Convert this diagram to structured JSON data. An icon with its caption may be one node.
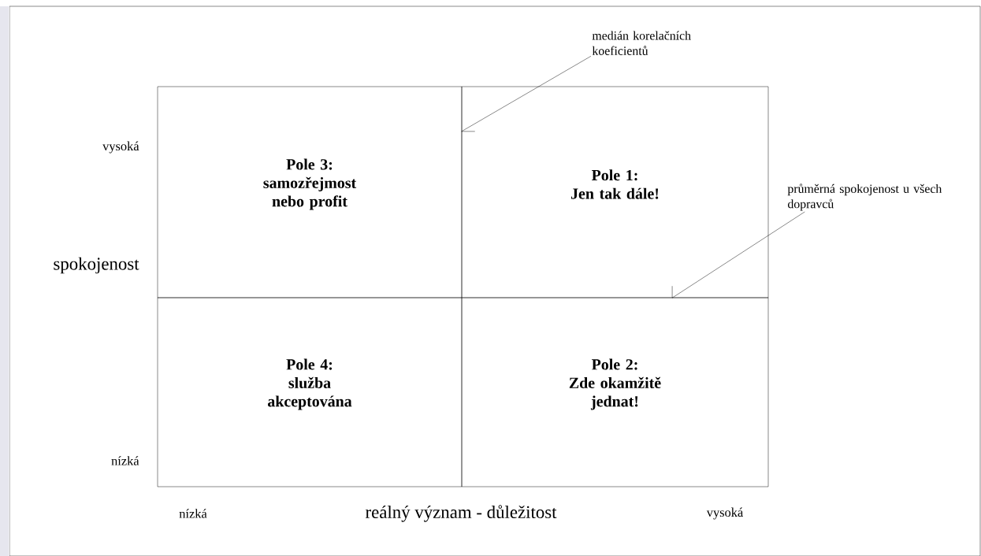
{
  "diagram": {
    "nodes": [
      {
        "text": [
          "Pole 3:",
          "samozřejmost nebo profit"
        ]
      },
      {
        "text": [
          "Pole 1:",
          "Jen tak dále!"
        ]
      },
      {
        "text": [
          "Pole 4:",
          "služba akceptována"
        ]
      },
      {
        "text": [
          "Pole 2:",
          "Zde okamžitě jednat!"
        ]
      },
      {
        "text": [
          "medián korelačních koeficientů"
        ]
      },
      {
        "text": [
          "průměrná spokojenost u všech dopravců"
        ]
      }
    ],
    "edges": [
      {
        "from": 4,
        "to": 1,
        "arrow": "none"
      },
      {
        "from": 5,
        "to": 1,
        "arrow": "none"
      }
    ],
    "labels": [
      "vysoká",
      "spokojenost",
      "nízká",
      "nízká",
      "reálný význam - důležitost",
      "vysoká"
    ]
  }
}
